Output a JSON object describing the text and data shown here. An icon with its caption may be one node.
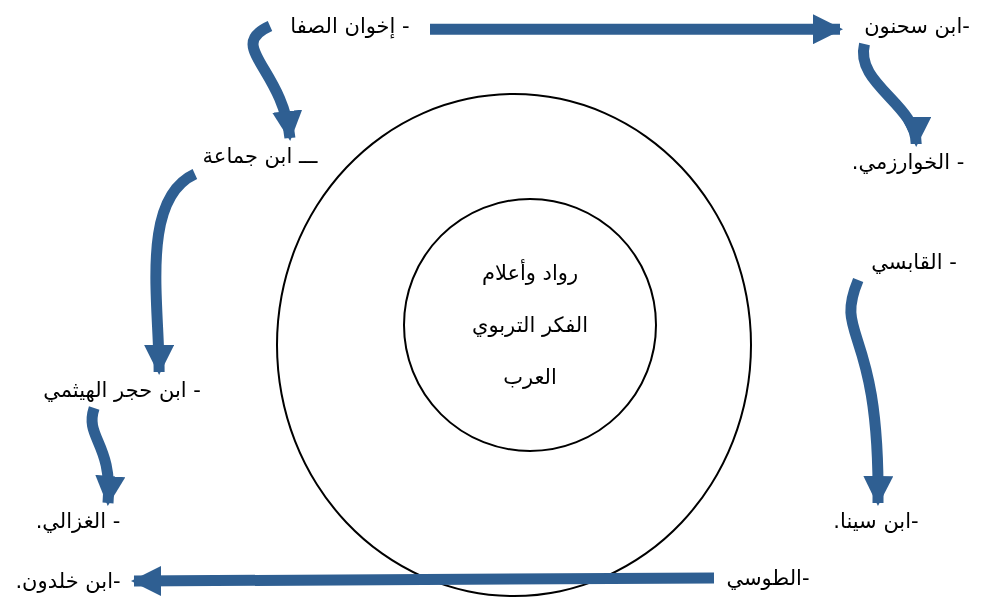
{
  "diagram": {
    "nodes": [
      {
        "text": [],
        "shape": "circle"
      },
      {
        "text": [
          "رواد وأعلام الفكر التربوي العرب"
        ],
        "in": 0
      },
      {
        "text": [
          "- إخوان الصفا"
        ]
      },
      {
        "text": [
          "-ابن سحنون"
        ]
      },
      {
        "text": [
          "- الخوارزمي."
        ]
      },
      {
        "text": [
          "- القابسي"
        ]
      },
      {
        "text": [
          "-ابن سينا."
        ]
      },
      {
        "text": [
          "-الطوسي"
        ]
      },
      {
        "text": [
          "-ابن خلدون."
        ]
      },
      {
        "text": [
          "- الغزالي."
        ]
      },
      {
        "text": [
          "- ابن حجر الهيثمي"
        ]
      },
      {
        "text": [
          "ـــ ابن جماعة"
        ]
      }
    ],
    "edges": [
      {
        "from": 2,
        "to": 3,
        "arrow": "to"
      },
      {
        "from": 3,
        "to": 4,
        "arrow": "to"
      },
      {
        "from": 5,
        "to": 6,
        "arrow": "to"
      },
      {
        "from": 7,
        "to": 8,
        "arrow": "to"
      },
      {
        "from": 2,
        "to": 11,
        "arrow": "to"
      },
      {
        "from": 11,
        "to": 10,
        "arrow": "to"
      },
      {
        "from": 10,
        "to": 9,
        "arrow": "to"
      }
    ]
  }
}
